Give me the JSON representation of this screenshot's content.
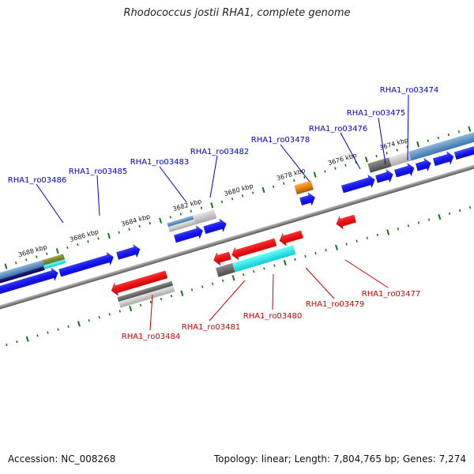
{
  "title": "Rhodococcus jostii RHA1, complete genome",
  "accession": "Accession: NC_008268",
  "summary": "Topology: linear; Length: 7,804,765 bp; Genes: 7,274",
  "kbp_ticks": [
    "3674 kbp",
    "3676 kbp",
    "3678 kbp",
    "3680 kbp",
    "3682 kbp",
    "3684 kbp",
    "3686 kbp",
    "3688 kbp"
  ],
  "genes_top": [
    "RHA1_ro03474",
    "RHA1_ro03475",
    "RHA1_ro03476",
    "RHA1_ro03478",
    "RHA1_ro03482",
    "RHA1_ro03483",
    "RHA1_ro03485",
    "RHA1_ro03486"
  ],
  "genes_bottom": [
    "RHA1_ro03477",
    "RHA1_ro03479",
    "RHA1_ro03480",
    "RHA1_ro03481",
    "RHA1_ro03484"
  ],
  "colors": {
    "forward": "#1010dd",
    "reverse": "#ee1111",
    "top_label": "#0000cc",
    "bottom_label": "#cc0000",
    "tick": "#117711",
    "orange": "#ee8800",
    "cyan": "#22dddd"
  }
}
